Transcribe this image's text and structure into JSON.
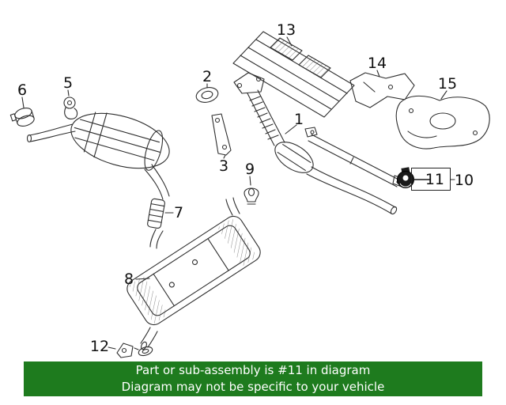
{
  "part_labels": {
    "n1": "1",
    "n2": "2",
    "n3": "3",
    "n5": "5",
    "n6": "6",
    "n7": "7",
    "n8": "8",
    "n9": "9",
    "n10": "10",
    "n12": "12",
    "n13": "13",
    "n14": "14",
    "n15": "15"
  },
  "highlight_callout": {
    "number": "11"
  },
  "banner": {
    "line1": "Part or sub-assembly is #11 in diagram",
    "line2": "Diagram may not be specific to your vehicle",
    "background_color": "#1e7b1e",
    "text_color": "#ffffff"
  },
  "colors": {
    "line": "#2e2e2e",
    "highlight_part_fill": "#1a1a1a",
    "background": "#ffffff"
  }
}
